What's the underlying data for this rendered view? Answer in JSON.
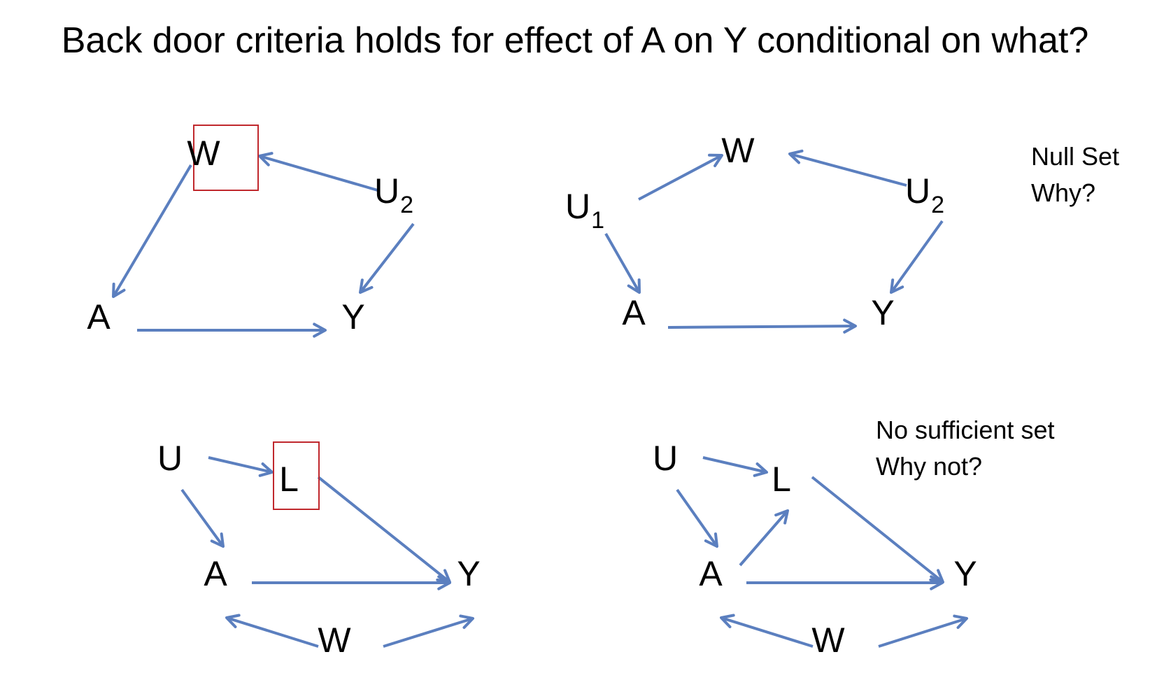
{
  "title": "Back door criteria holds for effect of A on Y conditional on what?",
  "colors": {
    "edge": "#5b7fbf",
    "conditioning_box": "#c0282d",
    "text": "#000000"
  },
  "diagrams": [
    {
      "nodes": {
        "W": {
          "label": "W",
          "sub": ""
        },
        "U2": {
          "label": "U",
          "sub": "2"
        },
        "A": {
          "label": "A",
          "sub": ""
        },
        "Y": {
          "label": "Y",
          "sub": ""
        }
      },
      "edges": [
        [
          "U2",
          "W"
        ],
        [
          "W",
          "A"
        ],
        [
          "U2",
          "Y"
        ],
        [
          "A",
          "Y"
        ]
      ],
      "conditioned": [
        "W"
      ],
      "notes": []
    },
    {
      "nodes": {
        "W": {
          "label": "W",
          "sub": ""
        },
        "U1": {
          "label": "U",
          "sub": "1"
        },
        "U2": {
          "label": "U",
          "sub": "2"
        },
        "A": {
          "label": "A",
          "sub": ""
        },
        "Y": {
          "label": "Y",
          "sub": ""
        }
      },
      "edges": [
        [
          "U1",
          "W"
        ],
        [
          "U2",
          "W"
        ],
        [
          "U1",
          "A"
        ],
        [
          "U2",
          "Y"
        ],
        [
          "A",
          "Y"
        ]
      ],
      "conditioned": [],
      "notes": [
        "Null Set",
        "Why?"
      ]
    },
    {
      "nodes": {
        "U": {
          "label": "U",
          "sub": ""
        },
        "L": {
          "label": "L",
          "sub": ""
        },
        "A": {
          "label": "A",
          "sub": ""
        },
        "Y": {
          "label": "Y",
          "sub": ""
        },
        "W": {
          "label": "W",
          "sub": ""
        }
      },
      "edges": [
        [
          "U",
          "L"
        ],
        [
          "U",
          "A"
        ],
        [
          "L",
          "Y"
        ],
        [
          "A",
          "Y"
        ],
        [
          "W",
          "A"
        ],
        [
          "W",
          "Y"
        ]
      ],
      "conditioned": [
        "L"
      ],
      "notes": []
    },
    {
      "nodes": {
        "U": {
          "label": "U",
          "sub": ""
        },
        "L": {
          "label": "L",
          "sub": ""
        },
        "A": {
          "label": "A",
          "sub": ""
        },
        "Y": {
          "label": "Y",
          "sub": ""
        },
        "W": {
          "label": "W",
          "sub": ""
        }
      },
      "edges": [
        [
          "U",
          "L"
        ],
        [
          "U",
          "A"
        ],
        [
          "A",
          "L"
        ],
        [
          "L",
          "Y"
        ],
        [
          "A",
          "Y"
        ],
        [
          "W",
          "A"
        ],
        [
          "W",
          "Y"
        ]
      ],
      "conditioned": [],
      "notes": [
        "No sufficient set",
        "Why not?"
      ]
    }
  ]
}
